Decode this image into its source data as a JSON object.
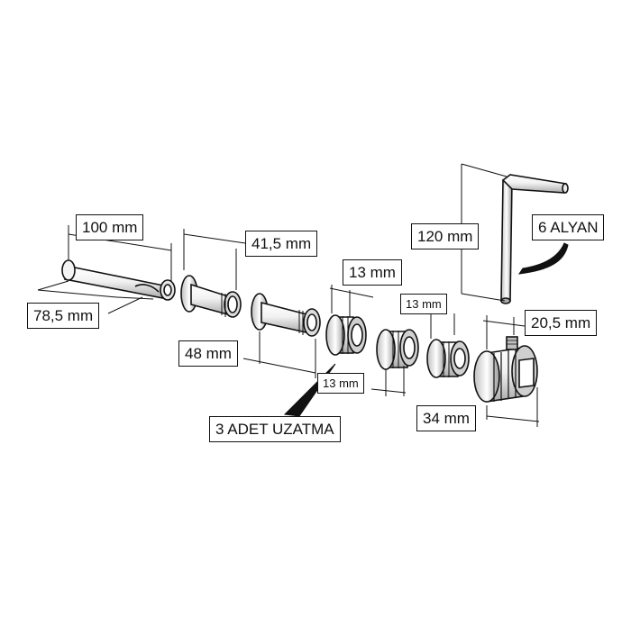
{
  "labels": {
    "rod_length": "100 mm",
    "rod_diameter": "78,5 mm",
    "short_ext_length": "41,5 mm",
    "long_ext_length": "48 mm",
    "ring_a": "13 mm",
    "ring_b": "13 mm",
    "ring_c": "13 mm",
    "wrench_length": "120 mm",
    "wrench_size": "6 ALYAN",
    "body_height": "20,5 mm",
    "body_length": "34 mm",
    "extension_note": "3 ADET UZATMA"
  },
  "colors": {
    "line": "#111111",
    "fill": "#ffffff",
    "shade": "#d9d9d9",
    "dark": "#555555"
  }
}
